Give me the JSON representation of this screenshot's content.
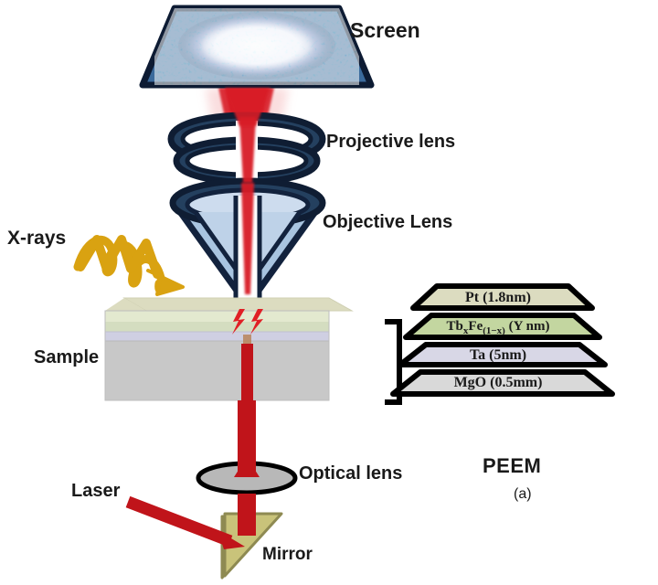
{
  "figure": {
    "panel_label": "(a)",
    "technique": "PEEM"
  },
  "labels": {
    "screen": "Screen",
    "projective_lens": "Projective lens",
    "objective_lens": "Objective Lens",
    "xrays": "X-rays",
    "sample": "Sample",
    "optical_lens": "Optical lens",
    "laser": "Laser",
    "mirror": "Mirror"
  },
  "stack": {
    "layers": [
      {
        "material": "Pt",
        "thickness": "(1.8nm)",
        "label": "Pt (1.8nm)",
        "color": "#dcdcc0"
      },
      {
        "material": "TbxFe(1-x)",
        "thickness": "(Y nm)",
        "label": "TbxFe(1-x) (Y nm)",
        "color": "#c3d6a0"
      },
      {
        "material": "Ta",
        "thickness": "(5nm)",
        "label": "Ta (5nm)",
        "color": "#d8d7e6"
      },
      {
        "material": "MgO",
        "thickness": "(0.5mm)",
        "label": "MgO (0.5mm)",
        "color": "#d9d9d9"
      }
    ]
  },
  "colors": {
    "screen_face": "#3b6a9c",
    "screen_border": "#0d1b33",
    "lens_dark": "#1f3350",
    "lens_body": "#a8c4e0",
    "beam_red": "#d81f26",
    "laser_red": "#c0141a",
    "xray_gold": "#d9a211",
    "mirror_khaki": "#c9c37a",
    "optical_lens_gray": "#b8b8b8",
    "sample_top": "#dcdcc0",
    "sample_green": "#dde5c8",
    "sample_ta": "#cfcfe2",
    "sample_body": "#c8c8c8"
  }
}
